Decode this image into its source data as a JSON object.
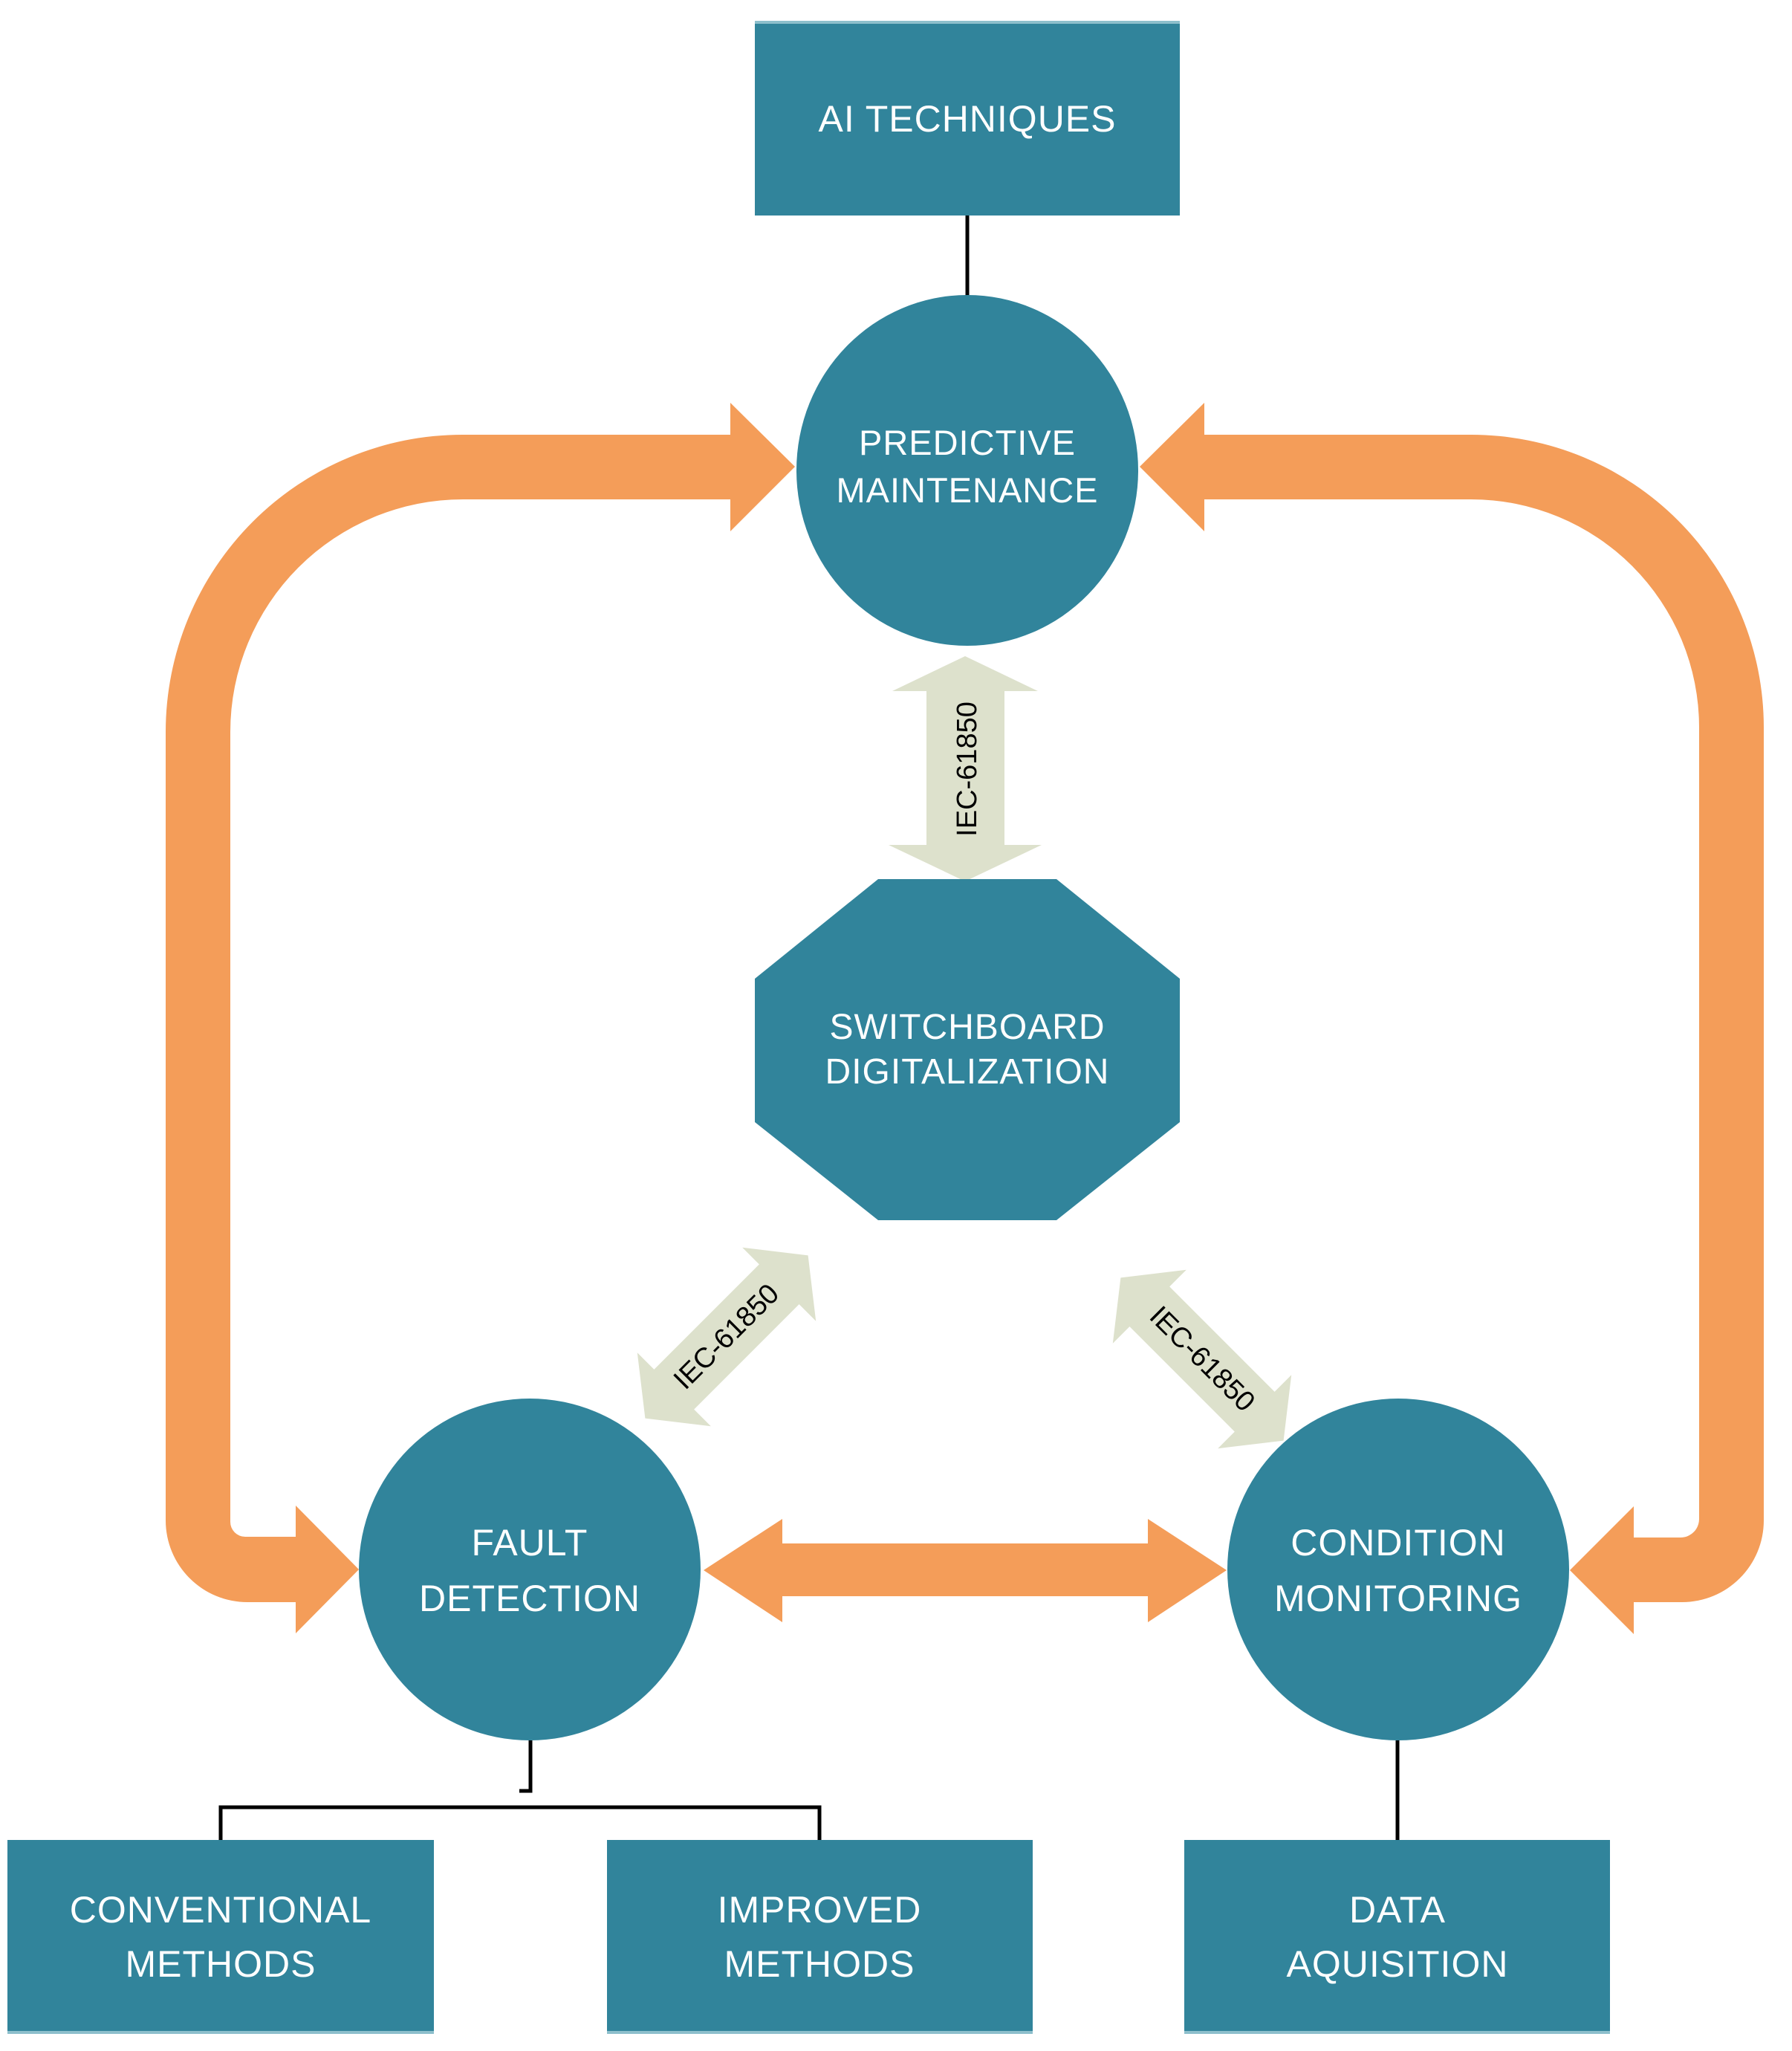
{
  "diagram": {
    "nodes": {
      "ai_techniques": {
        "lines": [
          "AI TECHNIQUES"
        ],
        "shape": "rectangle"
      },
      "predictive_maintenance": {
        "lines": [
          "PREDICTIVE",
          "MAINTENANCE"
        ],
        "shape": "circle"
      },
      "switchboard_digitalization": {
        "lines": [
          "SWITCHBOARD",
          "DIGITALIZATION"
        ],
        "shape": "octagon"
      },
      "fault_detection": {
        "lines": [
          "FAULT",
          "DETECTION"
        ],
        "shape": "circle"
      },
      "condition_monitoring": {
        "lines": [
          "CONDITION",
          "MONITORING"
        ],
        "shape": "circle"
      },
      "conventional_methods": {
        "lines": [
          "CONVENTIONAL",
          "METHODS"
        ],
        "shape": "rectangle"
      },
      "improved_methods": {
        "lines": [
          "IMPROVED",
          "METHODS"
        ],
        "shape": "rectangle"
      },
      "data_aquisition": {
        "lines": [
          "DATA",
          "AQUISITION"
        ],
        "shape": "rectangle"
      }
    },
    "protocol_links": {
      "predictive_switchboard": {
        "label": "IEC-61850",
        "from": "predictive_maintenance",
        "to": "switchboard_digitalization",
        "bidirectional": true
      },
      "fault_switchboard": {
        "label": "IEC-61850",
        "from": "fault_detection",
        "to": "switchboard_digitalization",
        "bidirectional": true
      },
      "condition_switchboard": {
        "label": "IEC-61850",
        "from": "condition_monitoring",
        "to": "switchboard_digitalization",
        "bidirectional": true
      }
    },
    "flow_links": [
      {
        "from": "fault_detection",
        "to": "predictive_maintenance",
        "bidirectional": true,
        "route": "left-loop"
      },
      {
        "from": "condition_monitoring",
        "to": "predictive_maintenance",
        "bidirectional": true,
        "route": "right-loop"
      },
      {
        "from": "fault_detection",
        "to": "condition_monitoring",
        "bidirectional": true,
        "route": "straight"
      }
    ],
    "tree_links": [
      {
        "from": "ai_techniques",
        "to": "predictive_maintenance"
      },
      {
        "from": "fault_detection",
        "to": [
          "conventional_methods",
          "improved_methods"
        ]
      },
      {
        "from": "condition_monitoring",
        "to": "data_aquisition"
      }
    ],
    "colors": {
      "node_fill": "#31849B",
      "flow_arrow": "#F49D59",
      "protocol_arrow": "#DDE1CC",
      "node_text": "#FFFFFF",
      "protocol_text": "#000000",
      "connector": "#000000"
    }
  }
}
